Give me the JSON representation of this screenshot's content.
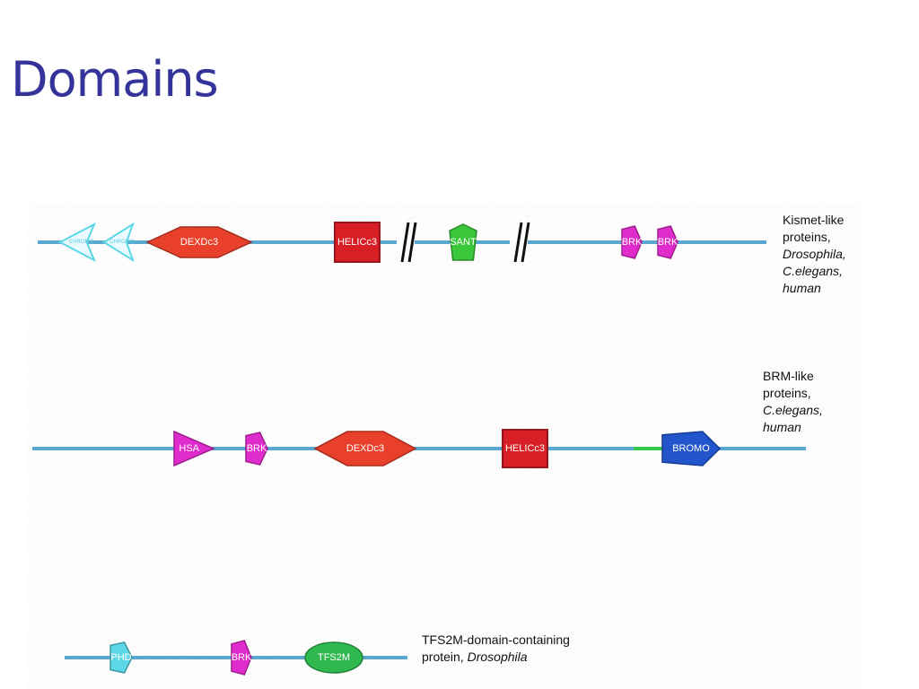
{
  "title": "Domains",
  "rows": [
    {
      "id": "kismet",
      "label_lines": [
        {
          "text": "Kismet-like",
          "italic": false
        },
        {
          "text": "proteins,",
          "italic": false
        },
        {
          "text": "Drosophila,",
          "italic": true
        },
        {
          "text": "C.elegans,",
          "italic": true
        },
        {
          "text": "human",
          "italic": true
        }
      ],
      "domains": [
        {
          "name": "CHROMO",
          "shape": "chevron-left",
          "color": "#5cd7e8"
        },
        {
          "name": "CHROMO",
          "shape": "chevron-left",
          "color": "#5cd7e8"
        },
        {
          "name": "DEXDc3",
          "shape": "diamond",
          "color": "#e8402a"
        },
        {
          "name": "HELICc3",
          "shape": "rect",
          "color": "#d81f26"
        },
        {
          "name": "SANT",
          "shape": "pentagon-down",
          "color": "#3ac83a"
        },
        {
          "name": "BRK",
          "shape": "pentagon-right",
          "color": "#e02ccd"
        },
        {
          "name": "BRK",
          "shape": "pentagon-right",
          "color": "#e02ccd"
        }
      ],
      "breaks": 2
    },
    {
      "id": "brm",
      "label_lines": [
        {
          "text": "BRM-like",
          "italic": false
        },
        {
          "text": "proteins,",
          "italic": false
        },
        {
          "text": "C.elegans,",
          "italic": true
        },
        {
          "text": "human",
          "italic": true
        }
      ],
      "domains": [
        {
          "name": "HSA",
          "shape": "triangle-right",
          "color": "#e02ccd"
        },
        {
          "name": "BRK",
          "shape": "pentagon-right",
          "color": "#e02ccd"
        },
        {
          "name": "DEXDc3",
          "shape": "diamond",
          "color": "#e8402a"
        },
        {
          "name": "HELICc3",
          "shape": "rect",
          "color": "#d81f26"
        },
        {
          "name": "BROMO",
          "shape": "arrow-right",
          "color": "#2255cc"
        }
      ]
    },
    {
      "id": "tfs2m",
      "label_lines": [
        {
          "text": "TFS2M-domain-containing",
          "italic": false
        },
        {
          "text": "protein, ",
          "italic": false,
          "suffix": {
            "text": "Drosophila",
            "italic": true
          }
        }
      ],
      "domains": [
        {
          "name": "PHD",
          "shape": "pentagon-right",
          "color": "#5cd7e8"
        },
        {
          "name": "BRK",
          "shape": "pentagon-right",
          "color": "#e02ccd"
        },
        {
          "name": "TFS2M",
          "shape": "ellipse",
          "color": "#2fb84e"
        }
      ]
    }
  ],
  "colors": {
    "title": "#333399",
    "backbone": "#5aa8d2",
    "linker": "#35c84a"
  }
}
